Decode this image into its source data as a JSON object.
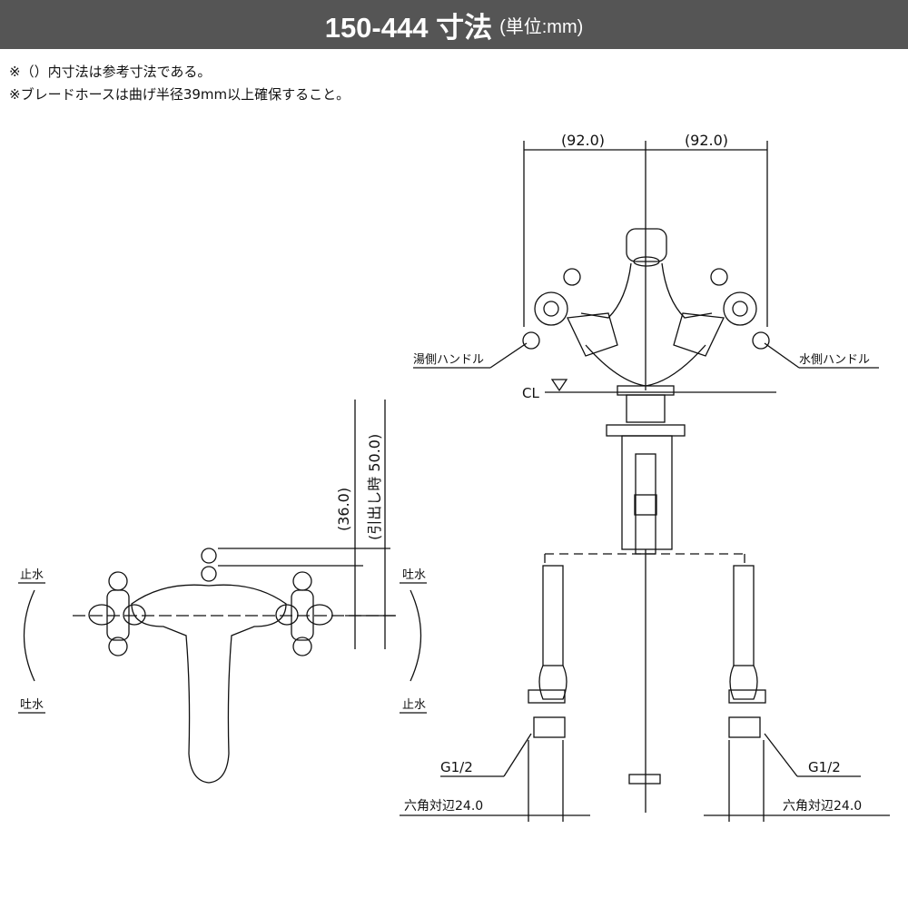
{
  "header": {
    "title": "150-444 寸法",
    "unit": "(単位:mm)"
  },
  "notes": [
    "※（）内寸法は参考寸法である。",
    "※ブレードホースは曲げ半径39mm以上確保すること。"
  ],
  "front_view": {
    "dim_left": "(92.0)",
    "dim_right": "(92.0)",
    "hot_handle": "湯側ハンドル",
    "cold_handle": "水側ハンドル",
    "cl": "CL",
    "thread_left": "G1/2",
    "thread_right": "G1/2",
    "hex_left": "六角対辺24.0",
    "hex_right": "六角対辺24.0"
  },
  "top_view": {
    "dim_36": "(36.0)",
    "dim_50": "(引出し時 50.0)",
    "left_top": "止水",
    "left_bottom": "吐水",
    "right_top": "吐水",
    "right_bottom": "止水"
  }
}
